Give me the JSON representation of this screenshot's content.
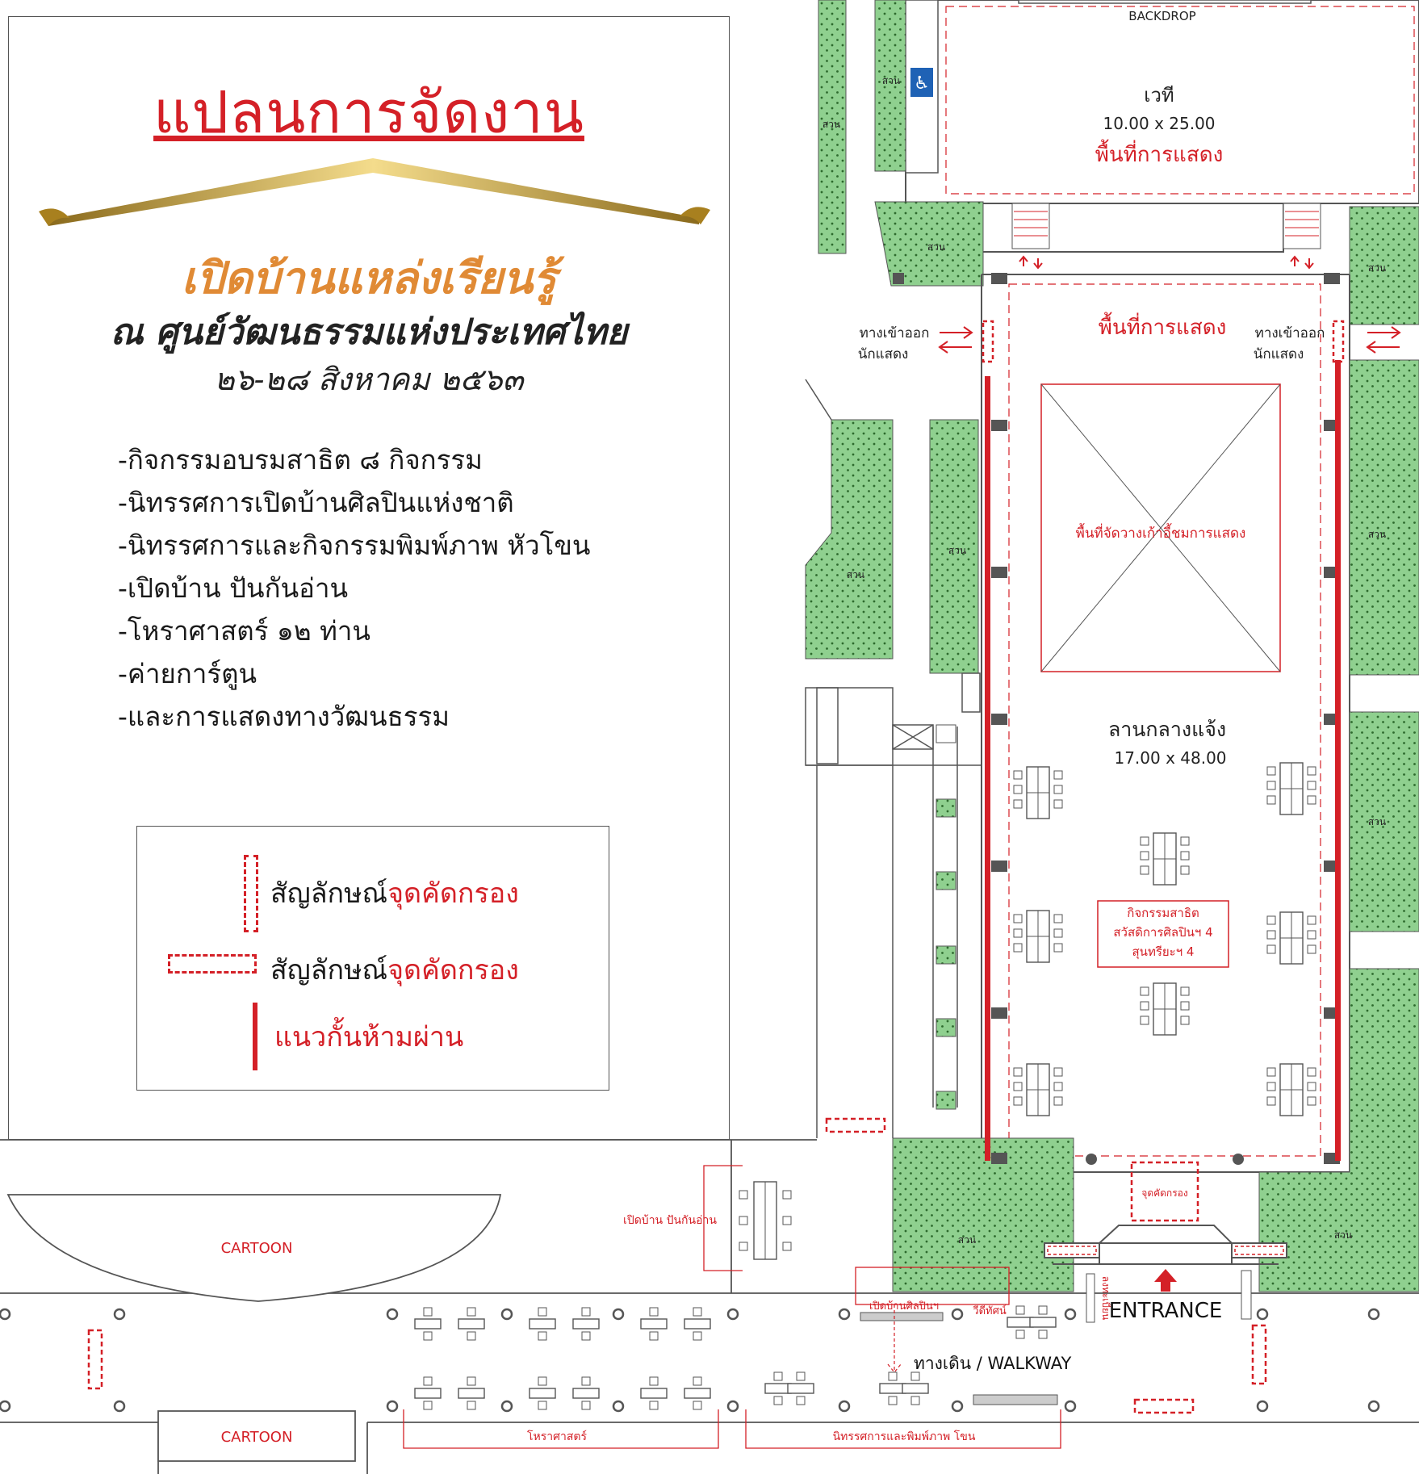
{
  "poster": {
    "plan_title": "แปลนการจัดงาน",
    "event_title": "เปิดบ้านแหล่งเรียนรู้",
    "event_subtitle": "ณ  ศูนย์วัฒนธรรมแห่งประเทศไทย",
    "event_date": "๒๖-๒๘ สิงหาคม ๒๕๖๓",
    "activities": [
      "-กิจกรรมอบรมสาธิต ๘ กิจกรรม",
      "-นิทรรศการเปิดบ้านศิลปินแห่งชาติ",
      "-นิทรรศการและกิจกรรมพิมพ์ภาพ หัวโขน",
      "-เปิดบ้าน ปันกันอ่าน",
      "-โหราศาสตร์ ๑๒ ท่าน",
      "-ค่ายการ์ตูน",
      "-และการแสดงทางวัฒนธรรม"
    ]
  },
  "legend": {
    "symbol_label": "สัญลักษณ์",
    "screening_point": "จุดคัดกรอง",
    "barrier": "แนวกั้นห้ามผ่าน"
  },
  "floor_plan": {
    "backdrop": "BACKDROP",
    "stage_name": "เวที",
    "stage_size": "10.00 x 25.00",
    "performance_area": "พื้นที่การแสดง",
    "performer_gate_line1": "ทางเข้าออก",
    "performer_gate_line2": "นักแสดง",
    "seating_area": "พื้นที่จัดวางเก้าอี้ชมการแสดง",
    "plaza_name": "ลานกลางแจ้ง",
    "plaza_size": "17.00 x 48.00",
    "demo_line1": "กิจกรรมสาธิต",
    "demo_line2": "สวัสดิการศิลปินฯ 4",
    "demo_line3": "สุนทรียะฯ 4",
    "garden": "สวน",
    "screening_label": "จุดคัดกรอง",
    "entrance": "ENTRANCE",
    "walkway": "ทางเดิน / WALKWAY",
    "cartoon": "CARTOON",
    "reading_house": "เปิดบ้าน ปันกันอ่าน",
    "national_artist": "เปิดบ้านศิลปินฯ",
    "video": "วีดีทัศน์",
    "registration": "ลงทะเบียน",
    "astrology": "โหราศาสตร์",
    "exhibition": "นิทรรศการและพิมพ์ภาพ โขน"
  },
  "colors": {
    "red": "#d42027",
    "garden_green": "#8fd08f",
    "outline": "#555555",
    "gold": "#d9a441",
    "title_orange": "#e08a35"
  }
}
